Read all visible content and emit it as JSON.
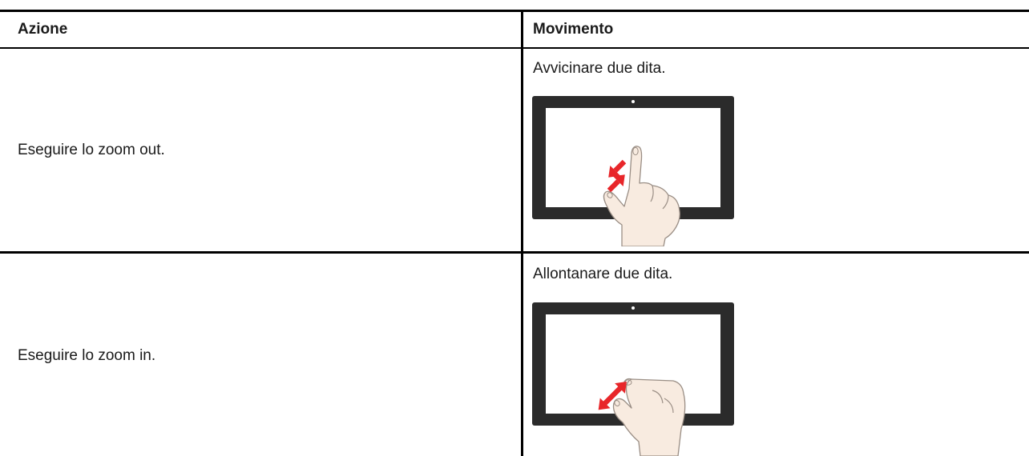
{
  "table": {
    "headers": {
      "action": "Azione",
      "movement": "Movimento"
    },
    "rows": [
      {
        "action": "Eseguire lo zoom out.",
        "movement": "Avvicinare due dita.",
        "illustration": "pinch-in-gesture"
      },
      {
        "action": "Eseguire lo zoom in.",
        "movement": "Allontanare due dita.",
        "illustration": "pinch-out-gesture"
      }
    ]
  },
  "colors": {
    "rule": "#000000",
    "tablet_bezel": "#2b2b2b",
    "arrow": "#e8262a",
    "hand": "#f8ebe0"
  }
}
